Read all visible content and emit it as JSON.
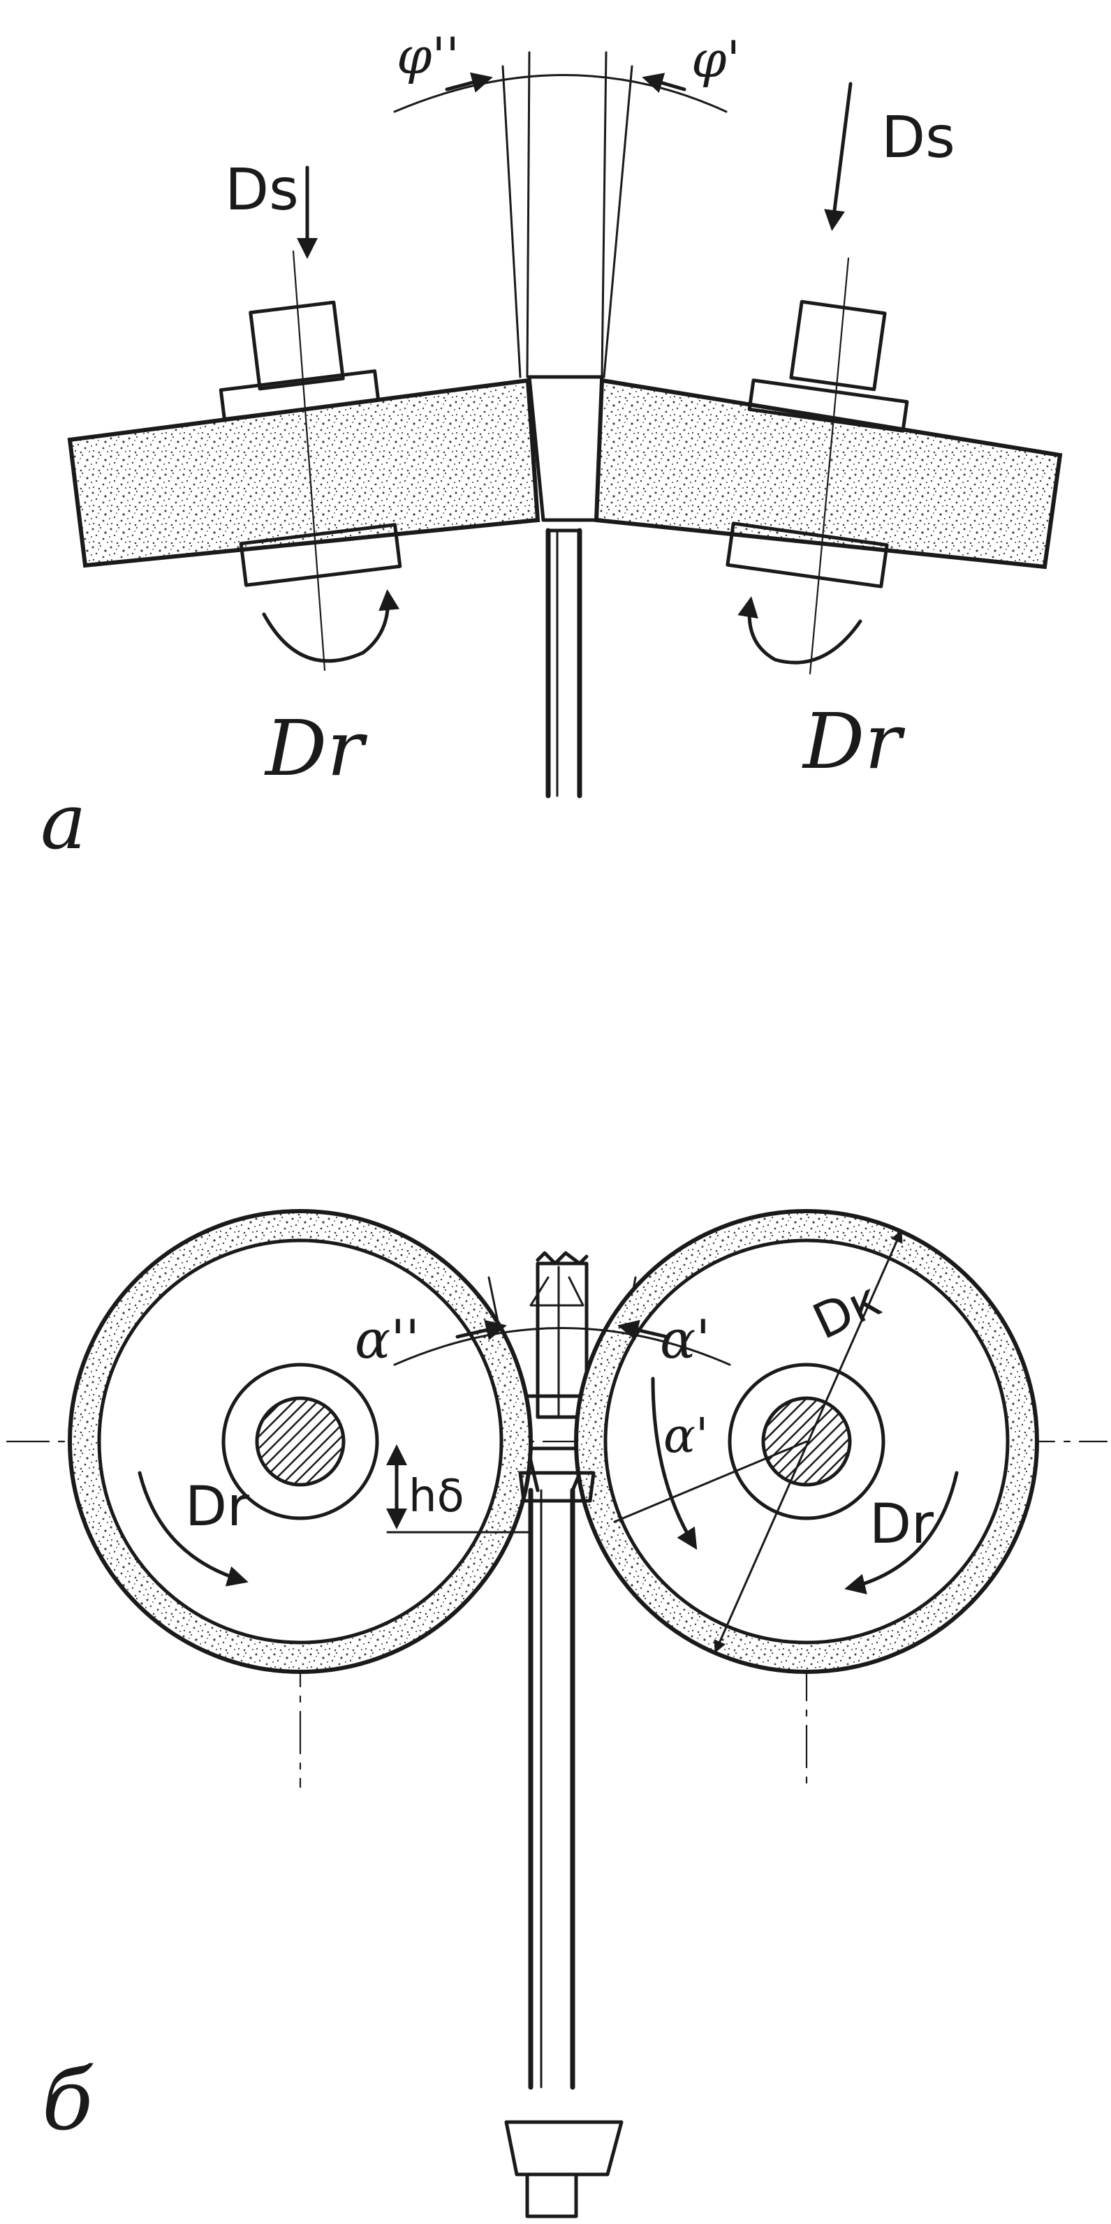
{
  "figure": {
    "part_a": {
      "panel_label": "a",
      "angle_left": "φ''",
      "angle_right": "φ'",
      "feed_left": "Ds",
      "feed_right": "Ds",
      "rotation_left": "Dr",
      "rotation_right": "Dr"
    },
    "part_b": {
      "panel_label": "б",
      "angle_left": "α''",
      "angle_right": "α'",
      "angle_inner": "α'",
      "diameter": "Dк",
      "height": "hδ",
      "rotation_left": "Dr",
      "rotation_right": "Dr"
    },
    "colors": {
      "ink": "#1a1a1a",
      "paper": "#ffffff",
      "stipple": "#3a3a3a"
    }
  }
}
